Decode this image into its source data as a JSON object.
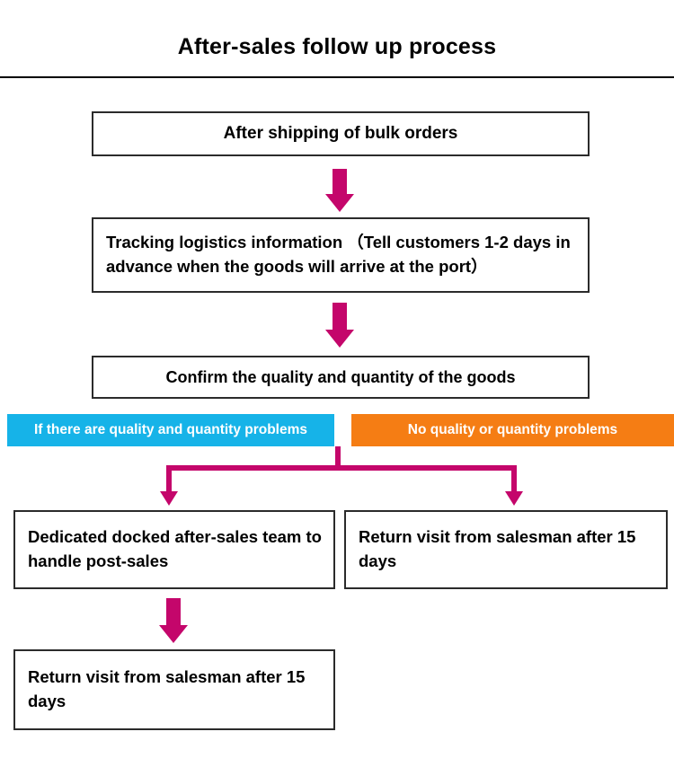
{
  "header": {
    "title": "After-sales follow up process"
  },
  "flow": {
    "steps": [
      {
        "id": "shipping",
        "label": "After shipping of bulk orders"
      },
      {
        "id": "tracking",
        "label": "Tracking logistics information （Tell customers 1-2 days in advance when the goods will arrive at the port）"
      },
      {
        "id": "confirm",
        "label": "Confirm the quality and quantity of the goods"
      },
      {
        "id": "dedicated",
        "label": "Dedicated docked after-sales team to handle post-sales"
      },
      {
        "id": "return-right",
        "label": "Return visit from salesman after 15 days"
      },
      {
        "id": "return-bottom",
        "label": "Return visit from salesman after 15 days"
      }
    ],
    "branches": [
      {
        "id": "problems",
        "label": "If there are quality and quantity problems",
        "color": "#16b3e8"
      },
      {
        "id": "no-problems",
        "label": "No quality or quantity problems",
        "color": "#f57d14"
      }
    ],
    "connector_color": "#c4066b",
    "box_border_color": "#2b2b2b"
  }
}
